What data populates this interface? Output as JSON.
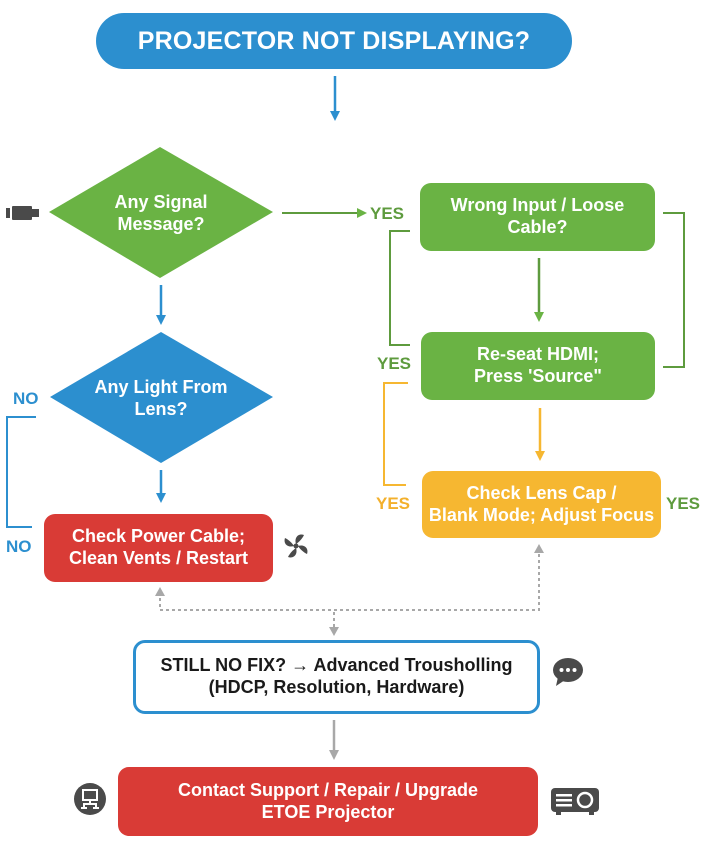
{
  "title": "PROJECTOR NOT DISPLAYING?",
  "nodes": {
    "signal_question": {
      "line1": "Any Signal",
      "line2": "Message?"
    },
    "light_question": {
      "line1": "Any Light From",
      "line2": "Lens?"
    },
    "wrong_input": {
      "line1": "Wrong Input / Loose",
      "line2": "Cable?"
    },
    "reseat_hdmi": {
      "line1": "Re-seat HDMI;",
      "line2": "Press 'Source\""
    },
    "lens_cap": {
      "line1": "Check Lens Cap /",
      "line2": "Blank Mode; Adjust Focus"
    },
    "power_cable": {
      "line1": "Check Power Cable;",
      "line2": "Clean Vents / Restart"
    },
    "still_no_fix": {
      "line1": "STILL NO FIX? → Advanced Trousholling",
      "line2": "(HDCP, Resolution, Hardware)"
    },
    "contact_support": {
      "line1": "Contact Support / Repair / Upgrade",
      "line2": "ETOE Projector"
    }
  },
  "labels": {
    "yes_signal": "YES",
    "yes_reseat": "YES",
    "yes_lens_left": "YES",
    "yes_lens_right": "YES",
    "no_top": "NO",
    "no_bottom": "NO"
  },
  "icons": {
    "hdmi": "hdmi-cable-icon",
    "fan": "fan-icon",
    "chat": "chat-bubble-icon",
    "network": "network-monitor-icon",
    "projector": "projector-icon"
  },
  "colors": {
    "blue": "#2c8fcf",
    "green": "#6ab344",
    "dark_green": "#5e9b3e",
    "orange": "#f6b731",
    "red": "#d93b36",
    "gray": "#a8a8a8",
    "icon": "#4a4a4a"
  }
}
